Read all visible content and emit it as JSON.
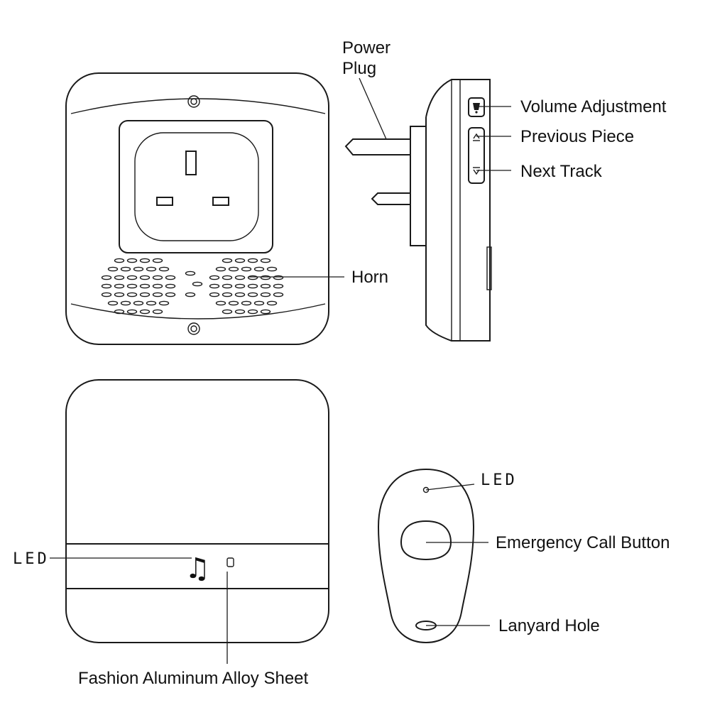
{
  "labels": {
    "power_plug_line1": "Power",
    "power_plug_line2": "Plug",
    "volume_adjustment": "Volume Adjustment",
    "previous_piece": "Previous Piece",
    "next_track": "Next Track",
    "horn": "Horn",
    "led_remote": "LED",
    "emergency_call_button": "Emergency Call Button",
    "lanyard_hole": "Lanyard Hole",
    "led_receiver": "LED",
    "fashion_sheet": "Fashion Aluminum Alloy Sheet"
  },
  "icons": {
    "music_note": "♫",
    "volume": "bell-icon",
    "previous": "up-arrow-icon",
    "next": "down-arrow-icon"
  },
  "colors": {
    "line": "#1a1a1a",
    "background": "#ffffff"
  }
}
